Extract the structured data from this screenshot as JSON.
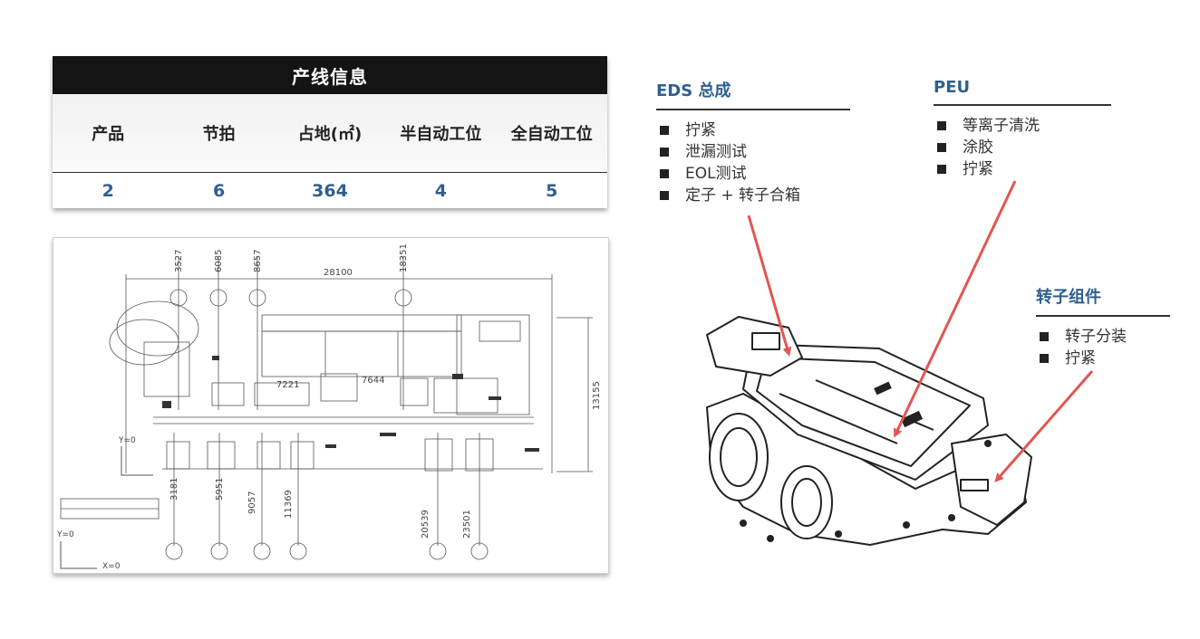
{
  "info_table": {
    "title": "产线信息",
    "headers": [
      "产品",
      "节拍",
      "占地(㎡)",
      "半自动工位",
      "全自动工位"
    ],
    "values": [
      "2",
      "6",
      "364",
      "4",
      "5"
    ]
  },
  "callouts": {
    "eds": {
      "title": "EDS 总成",
      "items": [
        "拧紧",
        "泄漏测试",
        "EOL测试",
        "定子 + 转子合箱"
      ]
    },
    "peu": {
      "title": "PEU",
      "items": [
        "等离子清洗",
        "涂胶",
        "拧紧"
      ]
    },
    "rotor": {
      "title": "转子组件",
      "items": [
        "转子分装",
        "拧紧"
      ]
    }
  },
  "layout": {
    "dim_top": [
      "3527",
      "6085",
      "8657",
      "18351"
    ],
    "dim_width": "28100",
    "dim_height": "13155",
    "dim_inner_a": "7221",
    "dim_inner_b": "7644",
    "dim_bottom": [
      "3181",
      "5951",
      "9057",
      "11369",
      "20539",
      "23501"
    ],
    "axis_y_top": "Y=0",
    "axis_y_bottom": "Y=0",
    "axis_x": "X=0"
  },
  "colors": {
    "accent_blue": "#2f5f8f",
    "arrow_red": "#e0574f",
    "header_black": "#141414"
  }
}
